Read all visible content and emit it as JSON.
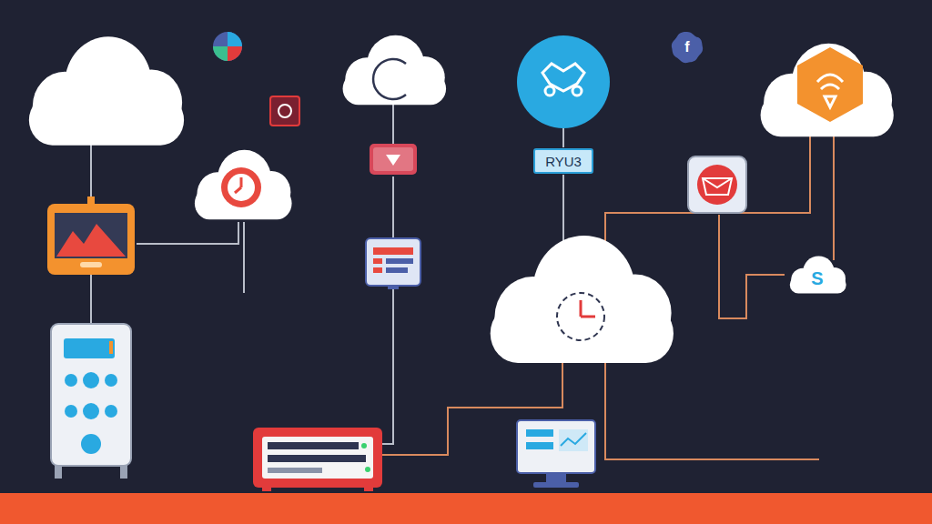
{
  "diagram": {
    "nodes": [
      {
        "text": [
          "f"
        ]
      },
      {
        "text": [
          "RYU3"
        ]
      },
      {
        "text": [
          "S"
        ]
      }
    ]
  }
}
